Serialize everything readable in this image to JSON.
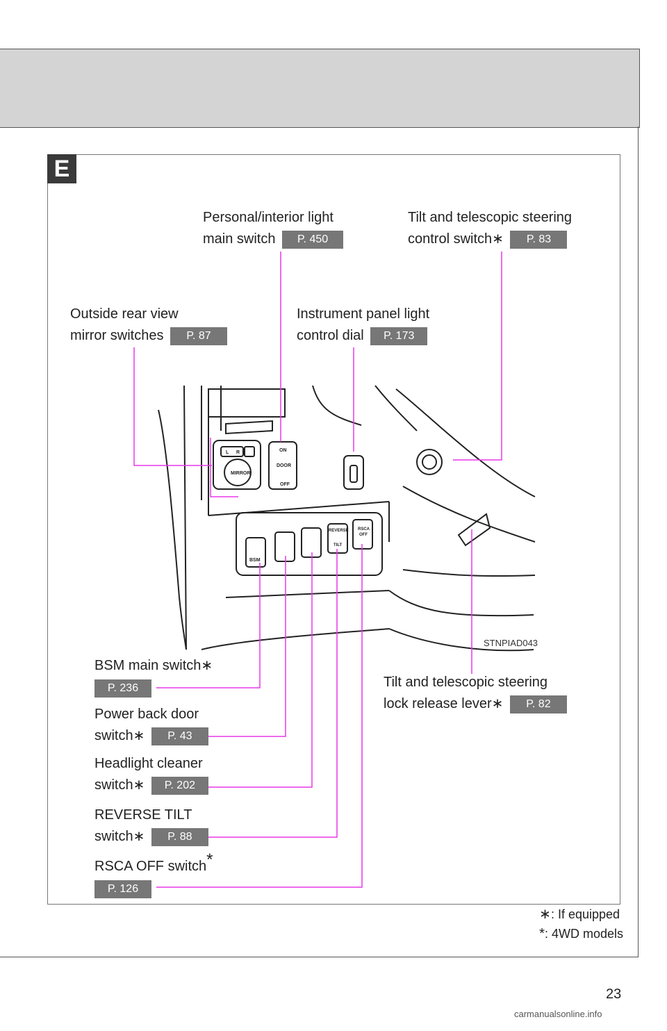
{
  "section_letter": "E",
  "page_number": "23",
  "illustration_code": "STNPIAD043",
  "watermark": "carmanualsonline.info",
  "callouts": {
    "personal_light": {
      "line1": "Personal/interior light",
      "line2": "main switch",
      "ref": "P. 450"
    },
    "tilt_control": {
      "line1": "Tilt and telescopic steering",
      "line2": "control switch",
      "mark": "∗",
      "ref": "P. 83"
    },
    "mirror": {
      "line1": "Outside rear view",
      "line2": "mirror switches",
      "ref": "P. 87"
    },
    "instrument": {
      "line1": "Instrument panel light",
      "line2": "control dial",
      "ref": "P. 173"
    },
    "bsm": {
      "line1": "BSM main switch",
      "mark": "∗",
      "ref": "P. 236"
    },
    "power_door": {
      "line1": "Power back door",
      "line2": "switch",
      "mark": "∗",
      "ref": "P. 43"
    },
    "headlight": {
      "line1": "Headlight cleaner",
      "line2": "switch",
      "mark": "∗",
      "ref": "P. 202"
    },
    "reverse_tilt": {
      "line1": "REVERSE TILT",
      "line2": "switch",
      "mark": "∗",
      "ref": "P. 88"
    },
    "rsca": {
      "line1": "RSCA OFF switch",
      "mark": "*",
      "ref": "P. 126"
    },
    "tilt_lock": {
      "line1": "Tilt and telescopic steering",
      "line2": "lock release lever",
      "mark": "∗",
      "ref": "P. 82"
    }
  },
  "switch_labels": {
    "mirror_l": "L",
    "mirror_r": "R",
    "mirror": "MIRROR",
    "light_on": "ON",
    "light_door": "DOOR",
    "light_off": "OFF",
    "bsm": "BSM",
    "reverse": "REVERSE",
    "tilt": "TILT",
    "rsca": "RSCA",
    "rsca_off": "OFF"
  },
  "footnotes": [
    {
      "mark": "∗",
      "text": ": If equipped"
    },
    {
      "mark": "*",
      "text": ": 4WD models"
    }
  ],
  "colors": {
    "leader": "#e838e8",
    "pref_bg": "#777777",
    "header_bg": "#d4d4d4"
  }
}
